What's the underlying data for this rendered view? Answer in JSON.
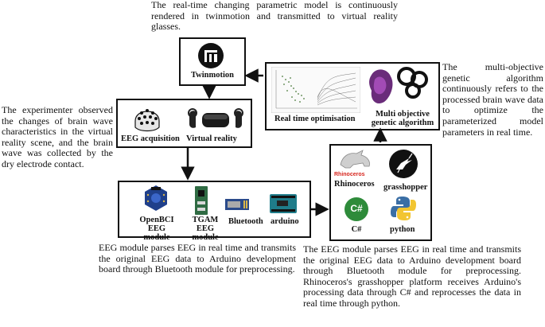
{
  "top_caption": "The real-time changing parametric model is continuously rendered in twinmotion and transmitted to virtual reality glasses.",
  "right_caption": "The multi-objective genetic algorithm continuously refers to the processed brain wave data to optimize the parameterized model parameters in real time.",
  "left_caption": "The experimenter observed the changes of brain wave characteristics in the virtual reality scene, and the brain wave was collected by the dry electrode contact.",
  "bottom_left_caption": "EEG module parses EEG in real time and transmits the original EEG data to Arduino development board through Bluetooth module for preprocessing.",
  "bottom_right_caption": "The EEG module parses EEG in real time and transmits the original EEG data to Arduino development board through Bluetooth module for preprocessing. Rhinoceros's grasshopper platform receives Arduino's processing data through C# and reprocesses the data in real time through python.",
  "twinmotion": {
    "label": "Twinmotion"
  },
  "optimisation": {
    "label_left": "Real time optimisation",
    "label_right": "Multi objective genetic algorithm"
  },
  "acquisition": {
    "label_eeg": "EEG acquisition",
    "label_vr": "Virtual reality"
  },
  "modules": {
    "openbci": "OpenBCI EEG module",
    "tgam": "TGAM EEG module",
    "bluetooth": "Bluetooth",
    "arduino": "arduino"
  },
  "software": {
    "rhino_logo": "Rhinoceros",
    "rhino_label": "Rhinoceros",
    "grasshopper": "grasshopper",
    "csharp_logo": "C#",
    "csharp": "C#",
    "python": "python"
  },
  "colors": {
    "line": "#111111",
    "csharp_green": "#2e8b3a",
    "python_blue": "#3a6ea5",
    "python_yellow": "#f2c531",
    "rhino_red": "#d7261e"
  }
}
